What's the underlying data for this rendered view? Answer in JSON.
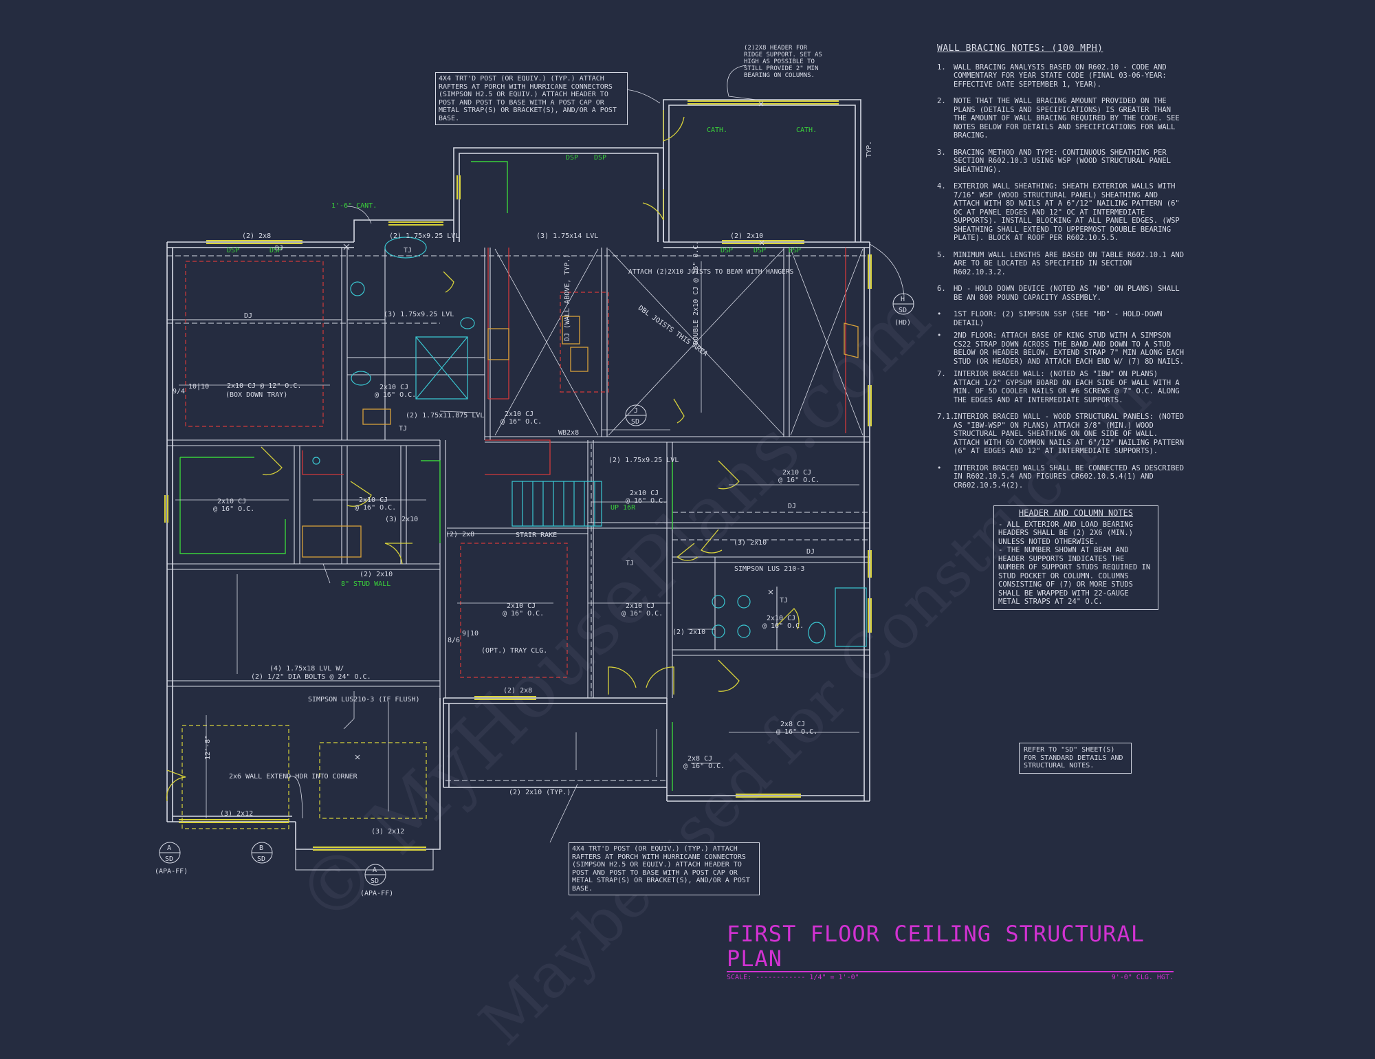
{
  "colors": {
    "background": "#252c40",
    "linework": "#d8dbe6",
    "yellow": "#d8d23a",
    "green": "#3ad23a",
    "red": "#d23a3a",
    "cyan": "#3ac8d2",
    "magenta": "#d232d2"
  },
  "title": {
    "main": "FIRST FLOOR CEILING STRUCTURAL PLAN",
    "scale_label": "SCALE: ------------ 1/4\" = 1'-0\"",
    "height": "9'-0\" CLG. HGT."
  },
  "wall_bracing": {
    "heading": "WALL BRACING NOTES: (100 MPH)",
    "items": [
      {
        "num": "1.",
        "text": "WALL BRACING ANALYSIS BASED ON R602.10 - CODE AND COMMENTARY FOR YEAR STATE CODE (FINAL 03-06-YEAR: EFFECTIVE DATE SEPTEMBER 1, YEAR)."
      },
      {
        "num": "2.",
        "text": "NOTE THAT THE WALL BRACING AMOUNT PROVIDED ON THE PLANS (DETAILS AND SPECIFICATIONS) IS GREATER THAN THE AMOUNT OF WALL BRACING REQUIRED BY THE CODE. SEE NOTES BELOW FOR DETAILS AND SPECIFICATIONS FOR WALL BRACING."
      },
      {
        "num": "3.",
        "text": "BRACING METHOD AND TYPE: CONTINUOUS SHEATHING PER SECTION R602.10.3 USING WSP (WOOD STRUCTURAL PANEL SHEATHING)."
      },
      {
        "num": "4.",
        "text": "EXTERIOR WALL SHEATHING: SHEATH EXTERIOR WALLS WITH 7/16\" WSP (WOOD STRUCTURAL PANEL) SHEATHING AND ATTACH WITH 8d NAILS AT A 6\"/12\" NAILING PATTERN (6\" OC AT PANEL EDGES AND 12\" OC AT INTERMEDIATE SUPPORTS). INSTALL BLOCKING AT ALL PANEL EDGES. (WSP SHEATHING SHALL EXTEND TO UPPERMOST DOUBLE BEARING PLATE). BLOCK AT ROOF PER R602.10.5.5."
      },
      {
        "num": "5.",
        "text": "MINIMUM WALL LENGTHS ARE BASED ON TABLE R602.10.1 AND ARE TO BE LOCATED AS SPECIFIED IN SECTION R602.10.3.2."
      },
      {
        "num": "6.",
        "text": "HD - HOLD DOWN DEVICE (NOTED AS \"HD\" ON PLANS) SHALL BE AN 800 POUND CAPACITY ASSEMBLY."
      },
      {
        "num": "•",
        "text": "1ST FLOOR: (2) SIMPSON SSP (SEE \"HD\" - HOLD-DOWN DETAIL)"
      },
      {
        "num": "•",
        "text": "2ND FLOOR: ATTACH BASE OF KING STUD WITH A SIMPSON CS22 STRAP DOWN ACROSS THE BAND AND DOWN TO A STUD BELOW OR HEADER BELOW. EXTEND STRAP 7\" MIN ALONG EACH STUD (OR HEADER) AND ATTACH EACH END W/ (7) 8d NAILS."
      },
      {
        "num": "7.",
        "text": "INTERIOR BRACED WALL: (NOTED AS \"IBW\" ON PLANS) ATTACH 1/2\" GYPSUM BOARD ON EACH SIDE OF WALL WITH A MIN. OF 5d COOLER NAILS OR #6 SCREWS @ 7\" O.C. ALONG THE EDGES AND AT INTERMEDIATE SUPPORTS."
      },
      {
        "num": "7.1.",
        "text": "INTERIOR BRACED WALL - WOOD STRUCTURAL PANELS: (NOTED AS \"IBW-WSP\" ON PLANS) ATTACH 3/8\" (MIN.) WOOD STRUCTURAL PANEL SHEATHING ON ONE SIDE OF WALL. ATTACH WITH 6d COMMON NAILS AT 6\"/12\" NAILING PATTERN (6\" AT EDGES AND 12\" AT INTERMEDIATE SUPPORTS)."
      },
      {
        "num": "•",
        "text": "INTERIOR BRACED WALLS SHALL BE CONNECTED AS DESCRIBED IN R602.10.5.4 AND FIGURES CR602.10.5.4(1) AND CR602.10.5.4(2)."
      }
    ]
  },
  "header_notes": {
    "heading": "HEADER AND COLUMN NOTES",
    "lines": [
      "- ALL EXTERIOR AND LOAD BEARING HEADERS SHALL BE (2) 2X6 (MIN.) UNLESS NOTED OTHERWISE.",
      "- THE NUMBER SHOWN AT BEAM AND HEADER SUPPORTS INDICATES THE NUMBER OF SUPPORT STUDS REQUIRED IN STUD POCKET OR COLUMN. COLUMNS CONSISTING OF (7) OR MORE STUDS SHALL BE WRAPPED WITH 22-GAUGE METAL STRAPS AT 24\" O.C."
    ]
  },
  "refer_note": "REFER TO \"SD\" SHEET(S) FOR STANDARD DETAILS AND STRUCTURAL NOTES.",
  "callouts": {
    "porch_top": "4X4 TRT'D POST (OR EQUIV.) (TYP.) ATTACH RAFTERS AT PORCH WITH HURRICANE CONNECTORS (SIMPSON H2.5 OR EQUIV.) ATTACH HEADER TO POST AND POST TO BASE WITH A POST CAP OR METAL STRAP(S) OR BRACKET(S), AND/OR A POST BASE.",
    "porch_bottom": "4X4 TRT'D POST (OR EQUIV.) (TYP.) ATTACH RAFTERS AT PORCH WITH HURRICANE CONNECTORS (SIMPSON H2.5 OR EQUIV.) ATTACH HEADER TO POST AND POST TO BASE WITH A POST CAP OR METAL STRAP(S) OR BRACKET(S), AND/OR A POST BASE.",
    "ridge_header": "(2)2X8 HEADER FOR RIDGE SUPPORT. SET AS HIGH AS POSSIBLE TO STILL PROVIDE 2\" MIN BEARING ON COLUMNS."
  },
  "labels": {
    "cant": "1'-6\" CANT.",
    "stud_wall": "8\" STUD WALL",
    "cath1": "CATH.",
    "cath2": "CATH.",
    "dsp": "DSP",
    "dj": "DJ",
    "tj": "TJ",
    "typ": "TYP.",
    "lvl_top1": "(2) 1.75x9.25 LVL",
    "lvl_top2": "(3) 1.75x14 LVL",
    "lvl_mid": "(3) 1.75x9.25 LVL",
    "lvl_11875": "(2) 1.75x11.875 LVL",
    "lvl_stair": "(2) 1.75x9.25 LVL",
    "lvl_bolts_1": "(4) 1.75x18 LVL W/",
    "lvl_bolts_2": "(2) 1/2\" DIA BOLTS @ 24\" O.C.",
    "cj_12": "2x10 CJ @ 12\" O.C.",
    "box_down": "(BOX DOWN TRAY)",
    "cj_16": "2x10 CJ",
    "oc_16": "@ 16\" O.C.",
    "cj_2x8": "2x8 CJ",
    "dbl_joists": "DBL JOISTS THIS AREA",
    "attach_joists": "ATTACH (2)2X10 JOISTS TO BEAM WITH HANGERS",
    "double_cj": "DOUBLE 2x10 CJ @ 16\" O.C.",
    "dj_wall": "DJ (WALL ABOVE, TYP.)",
    "stair_rake": "STAIR RAKE",
    "up": "UP 16R",
    "opt_tray": "(OPT.) TRAY CLG.",
    "simpson_lus_1": "SIMPSON LUS 210-3",
    "simpson_lus_2": "SIMPSON LUS210-3 (IF FLUSH)",
    "wall_2x6": "2x6 WALL EXTEND HDR INTO CORNER",
    "dim_12": "12'-8\"",
    "h_2x8": "(2) 2x8",
    "h_2x10": "(2) 2x10",
    "h_3_2x10": "(3) 2x10",
    "h_3_2x12": "(3) 2x12",
    "h_2x10_typ": "(2) 2x10 (TYP.)",
    "wb": "WB2x8",
    "dim_1010": "10|10",
    "dim_94": "9/4",
    "dim_910": "9|10",
    "dim_86": "8/6",
    "hd": "(HD)",
    "sd": "SD",
    "apa": "(APA-FF)",
    "tag_a": "A",
    "tag_b": "B",
    "tag_j": "J",
    "tag_h": "H"
  }
}
